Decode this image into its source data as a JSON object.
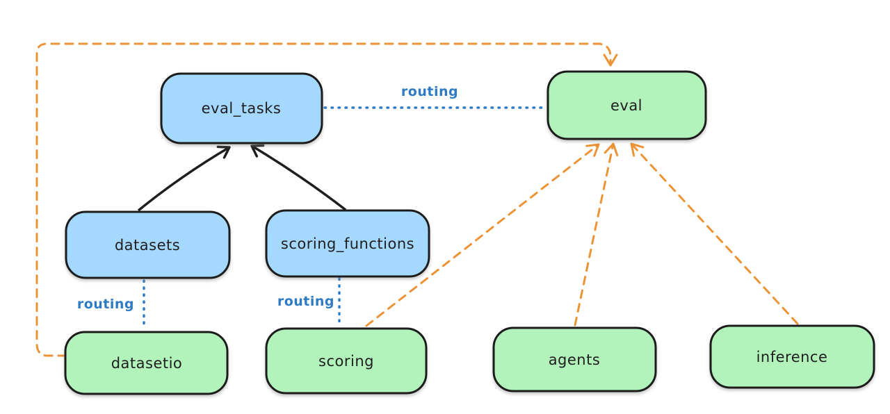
{
  "diagram_title": "llama-stack eval routing diagram",
  "colors": {
    "blue_fill": "#a5d8ff",
    "green_fill": "#b2f2bb",
    "node_stroke": "#1e1e1e",
    "black_edge": "#1e1e1e",
    "blue_edge": "#2f7bc3",
    "orange_edge": "#ec9335",
    "background": "#ffffff"
  },
  "nodes": {
    "eval_tasks": {
      "label": "eval_tasks",
      "fill": "blue"
    },
    "eval": {
      "label": "eval",
      "fill": "green"
    },
    "datasets": {
      "label": "datasets",
      "fill": "blue"
    },
    "scoring_functions": {
      "label": "scoring_functions",
      "fill": "blue"
    },
    "datasetio": {
      "label": "datasetio",
      "fill": "green"
    },
    "scoring": {
      "label": "scoring",
      "fill": "green"
    },
    "agents": {
      "label": "agents",
      "fill": "green"
    },
    "inference": {
      "label": "inference",
      "fill": "green"
    }
  },
  "edges": [
    {
      "from": "datasets",
      "to": "eval_tasks",
      "style": "solid",
      "color": "black",
      "arrow": true,
      "label": ""
    },
    {
      "from": "scoring_functions",
      "to": "eval_tasks",
      "style": "solid",
      "color": "black",
      "arrow": true,
      "label": ""
    },
    {
      "from": "eval_tasks",
      "to": "eval",
      "style": "dotted",
      "color": "blue",
      "arrow": false,
      "label": "routing"
    },
    {
      "from": "datasets",
      "to": "datasetio",
      "style": "dotted",
      "color": "blue",
      "arrow": false,
      "label": "routing"
    },
    {
      "from": "scoring_functions",
      "to": "scoring",
      "style": "dotted",
      "color": "blue",
      "arrow": false,
      "label": "routing"
    },
    {
      "from": "datasetio",
      "to": "eval",
      "style": "dashed",
      "color": "orange",
      "arrow": true,
      "label": ""
    },
    {
      "from": "scoring",
      "to": "eval",
      "style": "dashed",
      "color": "orange",
      "arrow": true,
      "label": ""
    },
    {
      "from": "agents",
      "to": "eval",
      "style": "dashed",
      "color": "orange",
      "arrow": true,
      "label": ""
    },
    {
      "from": "inference",
      "to": "eval",
      "style": "dashed",
      "color": "orange",
      "arrow": true,
      "label": ""
    }
  ]
}
